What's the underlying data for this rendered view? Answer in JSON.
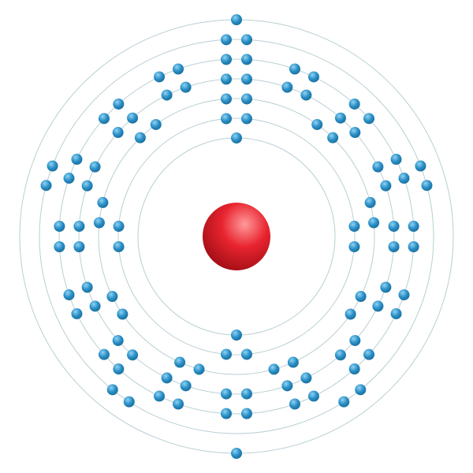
{
  "colors": {
    "background": "#ffffff",
    "shell_stroke": "#b9cfd3",
    "nucleus": "#e8242f",
    "nucleus_highlight": "#ff9a9a",
    "nucleus_shadow": "#9e0d14",
    "electron": "#2a8fc6",
    "electron_highlight": "#8fd3f4",
    "electron_shadow": "#14648f"
  },
  "nucleus": {
    "name": "nucleus"
  },
  "shells": [
    {
      "level": 1,
      "electrons": 2
    },
    {
      "level": 2,
      "electrons": 8
    },
    {
      "level": 3,
      "electrons": 18
    },
    {
      "level": 4,
      "electrons": 32
    },
    {
      "level": 5,
      "electrons": 32
    },
    {
      "level": 6,
      "electrons": 10
    },
    {
      "level": 7,
      "electrons": 2
    }
  ]
}
